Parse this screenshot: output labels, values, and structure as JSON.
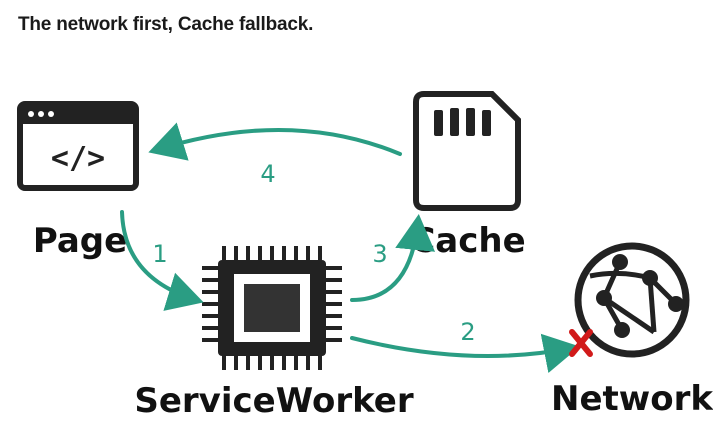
{
  "title": "The network first, Cache fallback.",
  "nodes": {
    "page": {
      "label": "Page",
      "icon": "browser-code-icon",
      "code_glyph": "</>"
    },
    "cache": {
      "label": "Cache",
      "icon": "sd-card-icon"
    },
    "service_worker": {
      "label": "ServiceWorker",
      "icon": "cpu-chip-icon"
    },
    "network": {
      "label": "Network",
      "icon": "globe-network-icon",
      "status_icon": "x-mark-icon"
    }
  },
  "steps": [
    {
      "number": "1",
      "from": "Page",
      "to": "ServiceWorker"
    },
    {
      "number": "2",
      "from": "ServiceWorker",
      "to": "Network"
    },
    {
      "number": "3",
      "from": "ServiceWorker",
      "to": "Cache"
    },
    {
      "number": "4",
      "from": "Cache",
      "to": "Page"
    }
  ],
  "colors": {
    "arrow": "#2a9d83",
    "icon": "#222222",
    "failure": "#d11a1a"
  }
}
